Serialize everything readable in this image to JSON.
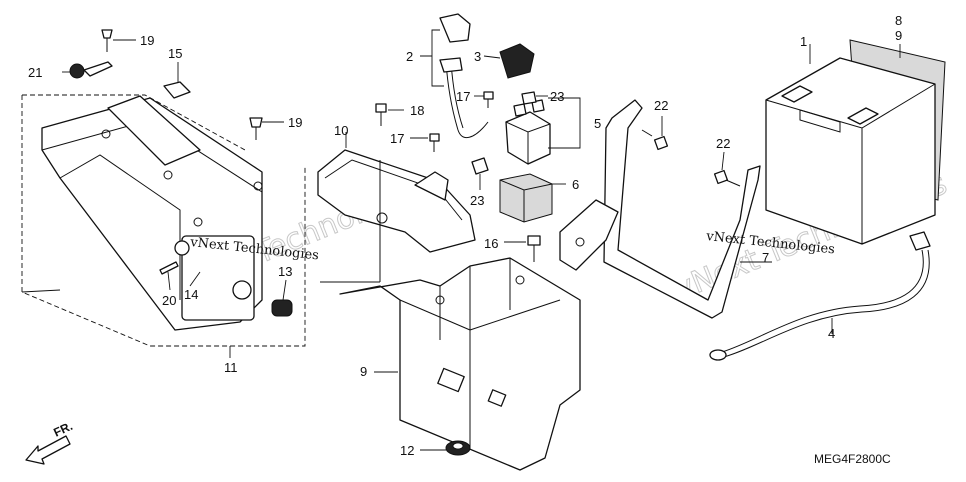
{
  "callouts": {
    "c1": "1",
    "c2": "2",
    "c3": "3",
    "c4": "4",
    "c5": "5",
    "c6": "6",
    "c7": "7",
    "c8": "8",
    "c9a": "9",
    "c9b": "9",
    "c10": "10",
    "c11": "11",
    "c12": "12",
    "c13": "13",
    "c14": "14",
    "c15": "15",
    "c16": "16",
    "c17a": "17",
    "c17b": "17",
    "c18": "18",
    "c19a": "19",
    "c19b": "19",
    "c20": "20",
    "c21": "21",
    "c22a": "22",
    "c22b": "22",
    "c23a": "23",
    "c23b": "23"
  },
  "direction_label": "FR.",
  "diagram_code": "MEG4F2800C",
  "watermark": {
    "text_a": "vNext Technologies",
    "text_b": "vNext Technologies"
  },
  "colors": {
    "line": "#111111",
    "background": "#ffffff",
    "foam": "#d9d9d9",
    "watermark_ghost": "#c8c8c8"
  }
}
